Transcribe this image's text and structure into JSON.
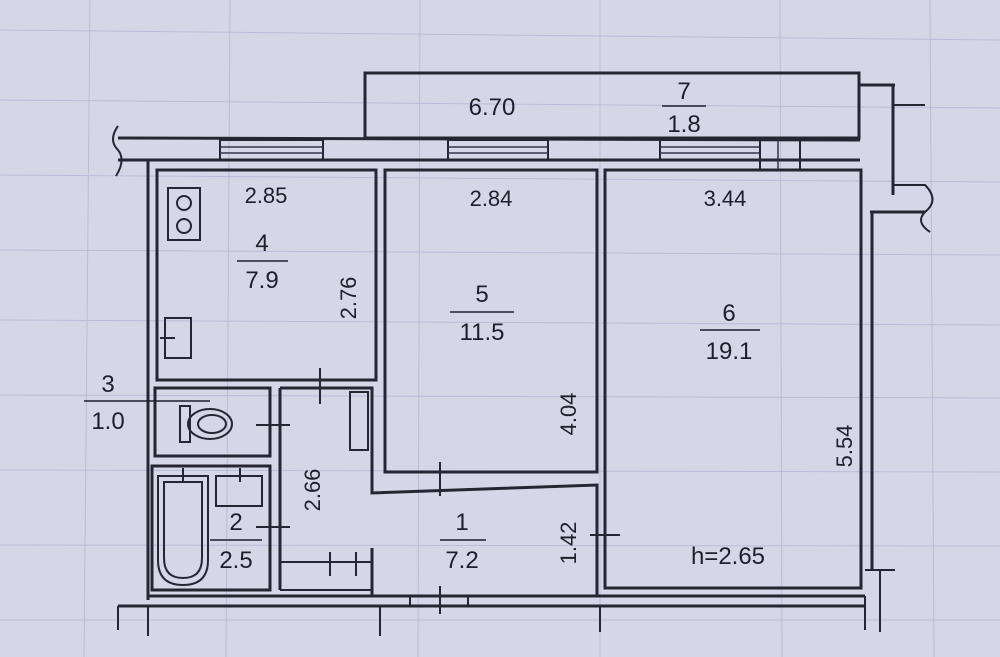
{
  "plan": {
    "rooms": [
      {
        "id": "1",
        "number": "1",
        "area": "7.2"
      },
      {
        "id": "2",
        "number": "2",
        "area": "2.5"
      },
      {
        "id": "3",
        "number": "3",
        "area": "1.0"
      },
      {
        "id": "4",
        "number": "4",
        "area": "7.9"
      },
      {
        "id": "5",
        "number": "5",
        "area": "11.5"
      },
      {
        "id": "6",
        "number": "6",
        "area": "19.1"
      },
      {
        "id": "7",
        "number": "7",
        "area": "1.8"
      }
    ],
    "dimensions": {
      "balcony_length": "6.70",
      "kitchen_width": "2.85",
      "kitchen_depth": "2.76",
      "room5_width": "2.84",
      "room5_depth": "4.04",
      "room6_width": "3.44",
      "room6_depth": "5.54",
      "hall_depth": "2.66",
      "corridor_depth": "1.42"
    },
    "ceiling_height": "h=2.65"
  }
}
